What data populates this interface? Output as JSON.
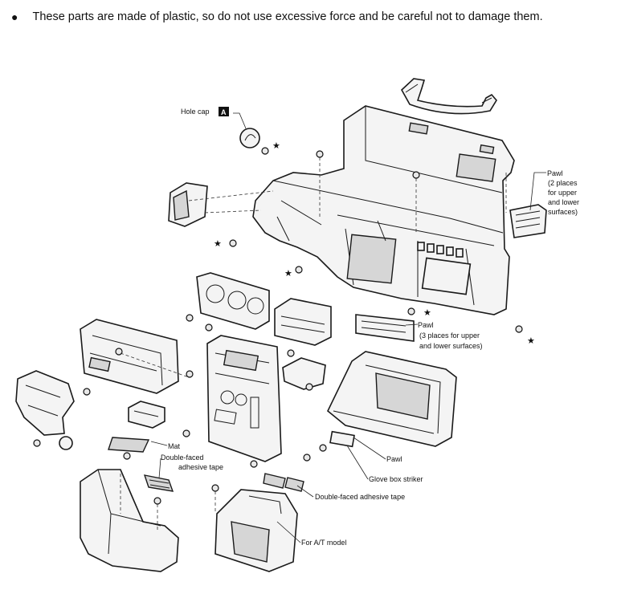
{
  "note": {
    "bullet": "●",
    "text": "These parts are made of plastic, so do not use excessive force and be careful not to damage them."
  },
  "labels": {
    "hole_cap": "Hole cap",
    "hole_cap_mark": "A",
    "pawl_top_1": "Pawl",
    "pawl_top_2": "(2 places",
    "pawl_top_3": "for upper",
    "pawl_top_4": "and lower",
    "pawl_top_5": "surfaces)",
    "pawl_mid_1": "Pawl",
    "pawl_mid_2": "(3 places for upper",
    "pawl_mid_3": "and lower surfaces)",
    "mat": "Mat",
    "dfat_left_1": "Double-faced",
    "dfat_left_2": "adhesive tape",
    "pawl_low": "Pawl",
    "glove_box_striker": "Glove box striker",
    "dfat_right": "Double-faced adhesive tape",
    "at_model": "For A/T model"
  },
  "icons": {
    "star": "★"
  }
}
